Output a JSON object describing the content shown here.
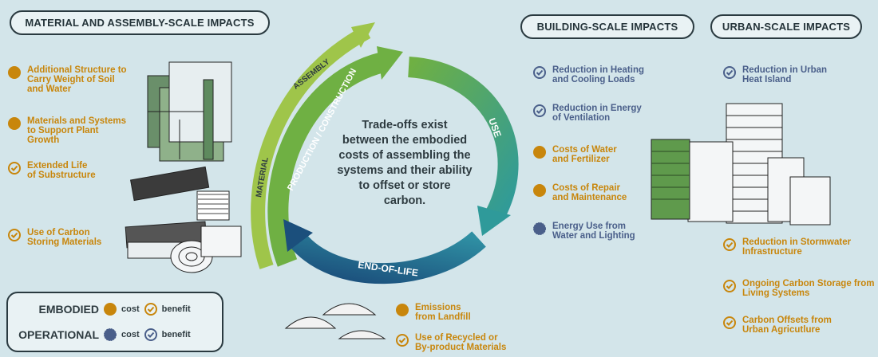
{
  "headers": {
    "material": "MATERIAL AND ASSEMBLY-SCALE IMPACTS",
    "building": "BUILDING-SCALE IMPACTS",
    "urban": "URBAN-SCALE IMPACTS"
  },
  "cycle": {
    "assembly": "ASSEMBLY",
    "material": "MATERIAL",
    "production": "PRODUCTION / CONSTRUCTION",
    "use": "USE",
    "end_of_life": "END-OF-LIFE",
    "center_text": "Trade-offs exist\nbetween the embodied\ncosts of assembling the\nsystems and their ability\nto offset or store\ncarbon."
  },
  "material_items": [
    {
      "text": "Additional Structure to\nCarry Weight of Soil\nand Water",
      "icon": "embodied-cost-icon"
    },
    {
      "text": "Materials and Systems\nto Support Plant\nGrowth",
      "icon": "embodied-cost-icon"
    },
    {
      "text": "Extended Life\nof Substructure",
      "icon": "embodied-benefit-icon"
    },
    {
      "text": "Use of Carbon\nStoring Materials",
      "icon": "embodied-benefit-icon"
    }
  ],
  "building_items": [
    {
      "text": "Reduction in Heating\nand Cooling Loads",
      "icon": "operational-benefit-icon"
    },
    {
      "text": "Reduction in Energy\nof Ventilation",
      "icon": "operational-benefit-icon"
    },
    {
      "text": "Costs of Water\nand Fertilizer",
      "icon": "embodied-cost-icon"
    },
    {
      "text": "Costs of Repair\nand Maintenance",
      "icon": "embodied-cost-icon"
    },
    {
      "text": "Energy Use from\nWater and Lighting",
      "icon": "operational-cost-icon"
    }
  ],
  "urban_items": [
    {
      "text": "Reduction in Urban\nHeat Island",
      "icon": "operational-benefit-icon"
    },
    {
      "text": "Reduction in Stormwater\nInfrastructure",
      "icon": "embodied-benefit-icon"
    },
    {
      "text": "Ongoing Carbon Storage from\nLiving Systems",
      "icon": "embodied-benefit-icon"
    },
    {
      "text": "Carbon Offsets from\nUrban Agricutlure",
      "icon": "embodied-benefit-icon"
    }
  ],
  "end_items": [
    {
      "text": "Emissions\nfrom Landfill",
      "icon": "embodied-cost-icon"
    },
    {
      "text": "Use of Recycled or\nBy-product Materials",
      "icon": "embodied-benefit-icon"
    }
  ],
  "legend": {
    "embodied": "EMBODIED",
    "operational": "OPERATIONAL",
    "cost": "cost",
    "benefit": "benefit"
  },
  "colors": {
    "embodied": "#c8860c",
    "operational": "#4a5f8a",
    "arrow_light": "#9fc54a",
    "arrow_green": "#6fb043",
    "arrow_teal": "#3a9a9a",
    "arrow_blue": "#1d5d86"
  }
}
